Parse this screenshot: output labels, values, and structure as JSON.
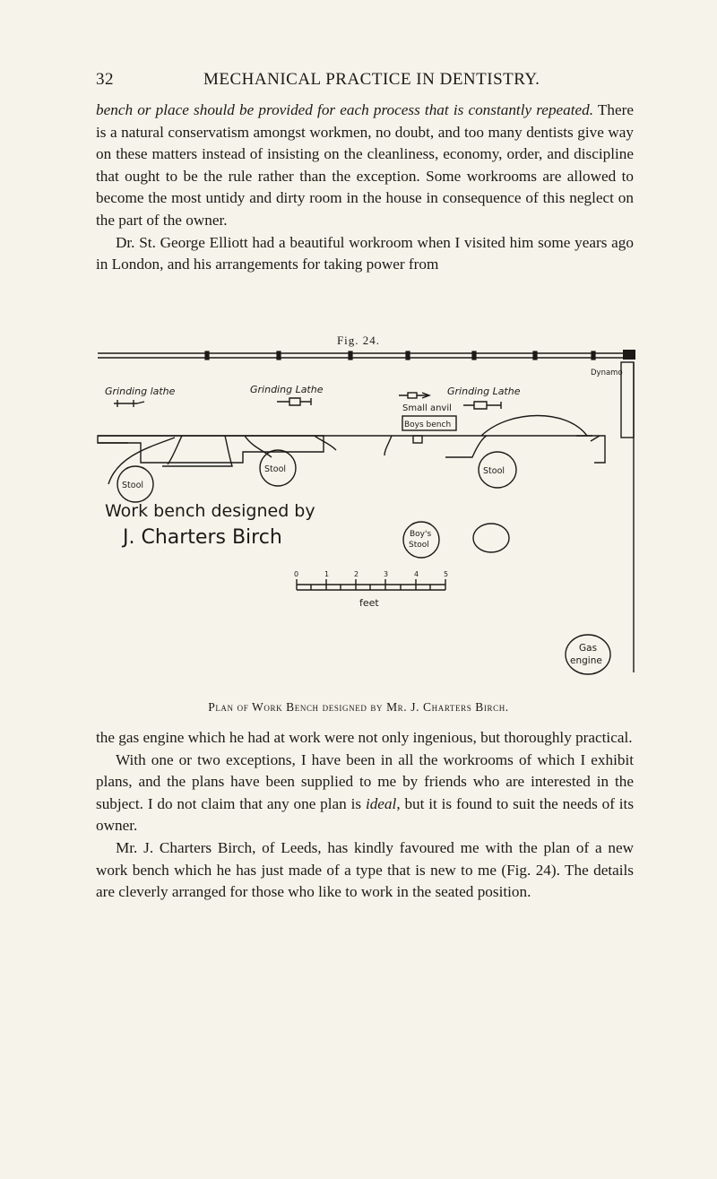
{
  "header": {
    "page_number": "32",
    "running_title": "MECHANICAL PRACTICE IN DENTISTRY."
  },
  "block1": {
    "lead_italic": "bench or place should be provided for each process that is constantly repeated.",
    "p1_rest": "There is a natural conservatism amongst workmen, no doubt, and too many dentists give way on these matters instead of insisting on the cleanliness, economy, order, and discipline that ought to be the rule rather than the exception. Some workrooms are allowed to become the most untidy and dirty room in the house in consequence of this neglect on the part of the owner.",
    "p2": "Dr. St. George Elliott had a beautiful workroom when I visited him some years ago in London, and his arrangements for taking power from"
  },
  "figure": {
    "label": "Fig. 24.",
    "labels": {
      "lathe1": "Grinding lathe",
      "lathe2": "Grinding Lathe",
      "lathe3": "Grinding Lathe",
      "dynamo": "Dynamo",
      "stool": "Stool",
      "boys_stool_l1": "Boy's",
      "boys_stool_l2": "Stool",
      "small_anvil": "Small anvil",
      "boys_bench": "Boys bench",
      "work_bench": "Work bench designed by",
      "designer": "J. Charters Birch",
      "gas_l1": "Gas",
      "gas_l2": "engine",
      "scale_unit": "feet",
      "scale_ticks": [
        "0",
        "1",
        "2",
        "3",
        "4",
        "5"
      ]
    },
    "caption": "Plan of Work Bench designed by Mr. J. Charters Birch."
  },
  "block2": {
    "p1": "the gas engine which he had at work were not only ingenious, but thoroughly practical.",
    "p2_a": "With one or two exceptions, I have been in all the workrooms of which I exhibit plans, and the plans have been supplied to me by friends who are interested in the subject. I do not claim that any one plan is",
    "p2_ideal": "ideal",
    "p2_b": ", but it is found to suit the needs of its owner.",
    "p3": "Mr. J. Charters Birch, of Leeds, has kindly favoured me with the plan of a new work bench which he has just made of a type that is new to me (Fig. 24). The details are cleverly arranged for those who like to work in the seated position."
  }
}
